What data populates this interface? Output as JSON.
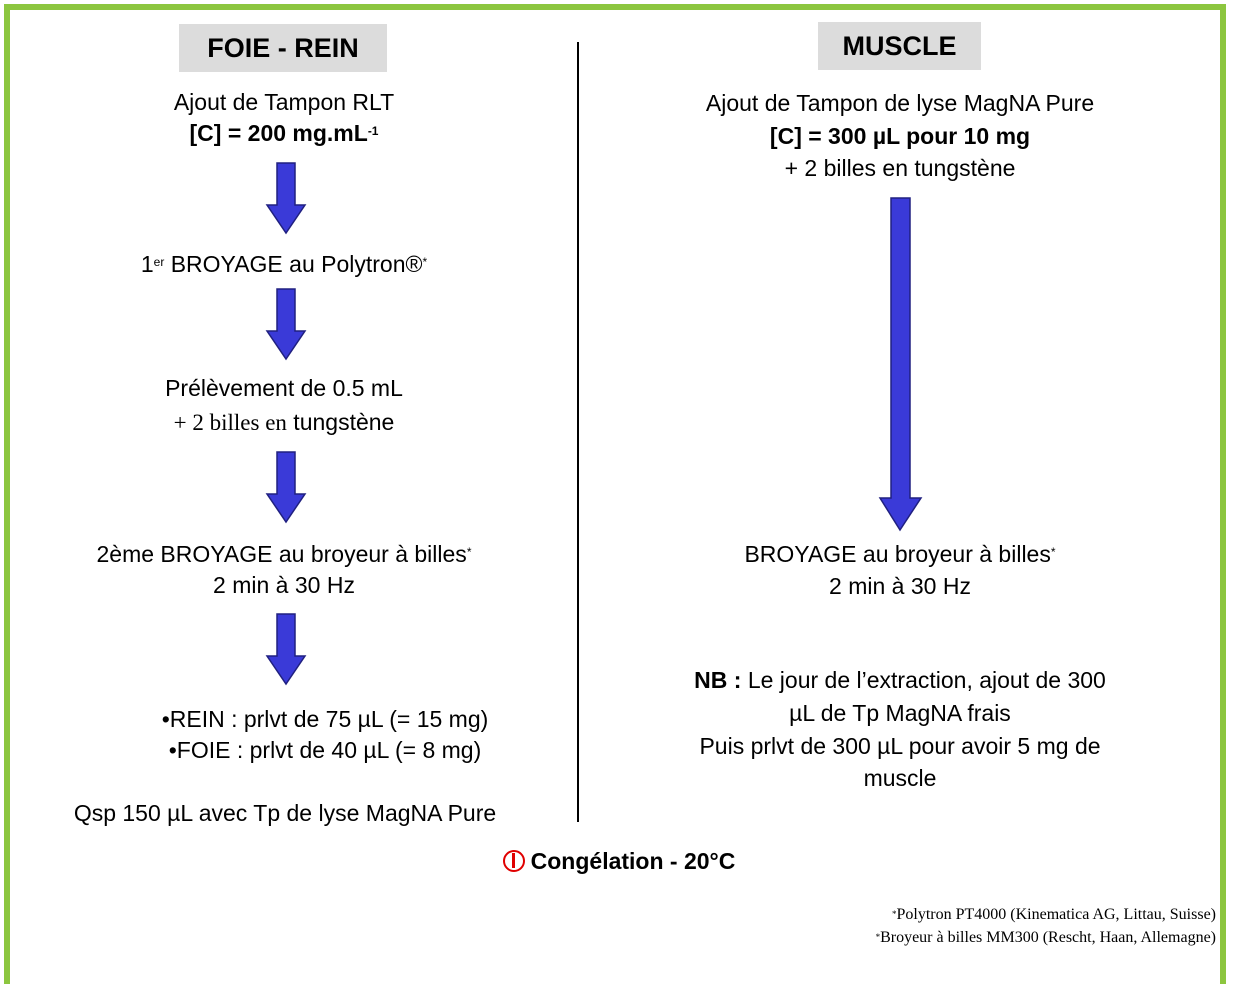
{
  "left": {
    "header": "FOIE - REIN",
    "step1_line1": "Ajout de Tampon RLT",
    "step1_line2": "[C] = 200 mg.mL",
    "step1_line2_sup": "-1",
    "step2_pre": "1",
    "step2_sup": "er",
    "step2_text": " BROYAGE au Polytron®",
    "step2_star": "*",
    "step3_line1": "Prélèvement de 0.5 mL",
    "step3_line2_a": "+ 2 billes en",
    "step3_line2_b": " tungstène",
    "step4_line1": "2ème BROYAGE au broyeur à billes",
    "step4_star": "*",
    "step4_line2": "2 min à 30 Hz",
    "step5_line1": "•REIN : prlvt de 75 µL (= 15 mg)",
    "step5_line2": "•FOIE : prlvt de 40 µL (= 8 mg)",
    "step6": "Qsp 150 µL avec Tp de lyse MagNA Pure"
  },
  "right": {
    "header": "MUSCLE",
    "step1_line1": "Ajout de Tampon de lyse MagNA Pure",
    "step1_line2": "[C] = 300 µL pour 10 mg",
    "step1_line3": "+ 2 billes en tungstène",
    "step2_line1": "BROYAGE au broyeur à billes",
    "step2_star": "*",
    "step2_line2": "2 min à 30 Hz",
    "nb_label": "NB :",
    "nb_line1": " Le jour de l’extraction, ajout de 300",
    "nb_line2": "µL de Tp MagNA frais",
    "nb_line3": "Puis prlvt de 300 µL pour avoir 5 mg de",
    "nb_line4": "muscle"
  },
  "congelation": "Congélation - 20°C",
  "footnotes": {
    "star": "*",
    "line1": "Polytron PT4000 (Kinematica AG, Littau, Suisse)",
    "line2": "Broyeur à billes MM300 (Rescht, Haan, Allemagne)"
  },
  "colors": {
    "frame": "#8cc63f",
    "arrow": "#3a3ad8",
    "header_bg": "#dcdcdc",
    "icon": "#e00000"
  }
}
